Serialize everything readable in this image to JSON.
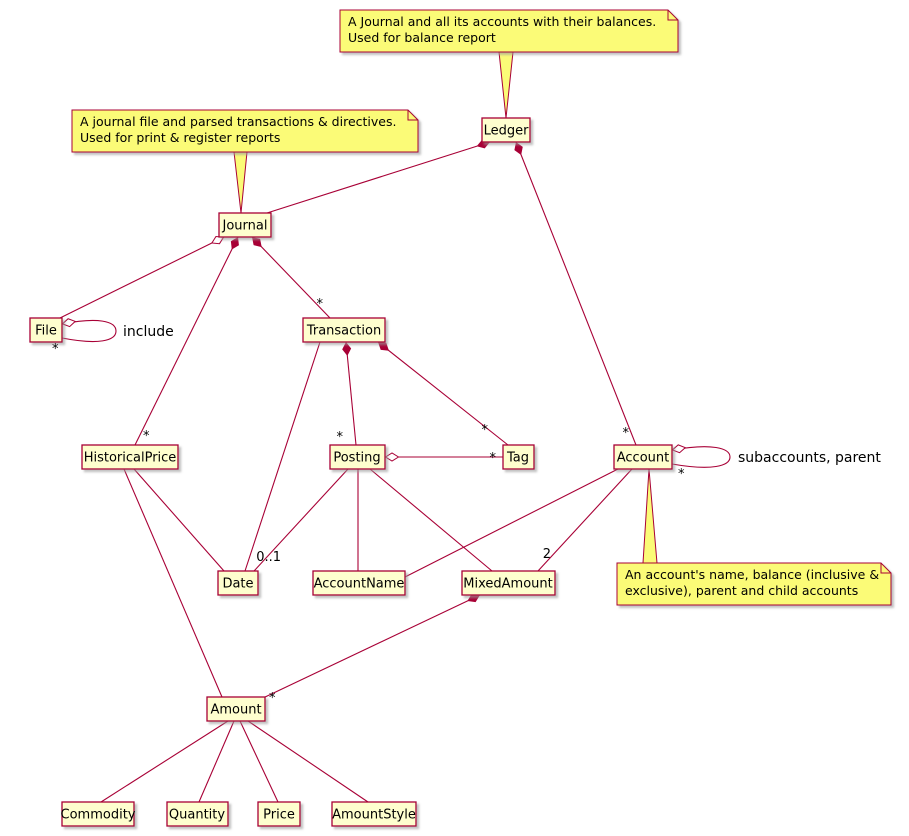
{
  "classes": {
    "ledger": "Ledger",
    "journal": "Journal",
    "file": "File",
    "transaction": "Transaction",
    "historical_price": "HistoricalPrice",
    "posting": "Posting",
    "tag": "Tag",
    "account": "Account",
    "date": "Date",
    "account_name": "AccountName",
    "mixed_amount": "MixedAmount",
    "amount": "Amount",
    "commodity": "Commodity",
    "quantity": "Quantity",
    "price": "Price",
    "amount_style": "AmountStyle"
  },
  "notes": {
    "ledger": [
      "A Journal and all its accounts with their balances.",
      "Used for balance report"
    ],
    "journal": [
      "A journal file and parsed transactions & directives.",
      "Used for print & register reports"
    ],
    "account": [
      "An account's name, balance (inclusive &",
      "exclusive), parent and child accounts"
    ]
  },
  "edge_labels": {
    "include": "include",
    "subaccounts": "subaccounts, parent"
  },
  "multiplicities": {
    "star": "*",
    "zero_or_one": "0..1",
    "two": "2"
  },
  "colors": {
    "edge": "#A80036",
    "class_fill": "#FEFECE",
    "class_border": "#A80036",
    "note_fill": "#FBFB77",
    "note_border": "#A80036",
    "text": "#000000"
  }
}
